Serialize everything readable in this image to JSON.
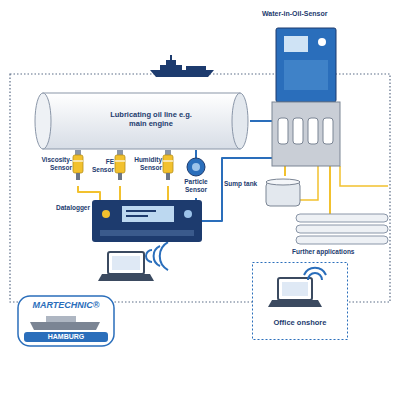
{
  "diagram": {
    "nodes": [
      {
        "text": [
          "Lubricating oil line e.g. main engine"
        ]
      },
      {
        "text": [
          "Viscosity-Sensor"
        ]
      },
      {
        "text": [
          "FE Sensor"
        ]
      },
      {
        "text": [
          "Humidity Sensor"
        ]
      },
      {
        "text": [
          "Particle Sensor"
        ]
      },
      {
        "text": [
          "Datalogger"
        ]
      },
      {
        "text": [
          "Water-in-Oil-Sensor"
        ]
      },
      {
        "text": [
          "Sump tank"
        ]
      },
      {
        "text": [
          "Further applications"
        ]
      },
      {
        "text": [
          "Office onshore"
        ]
      }
    ],
    "edges": [
      {
        "from": 1,
        "to": 5,
        "arrow": "none"
      },
      {
        "from": 2,
        "to": 5,
        "arrow": "none"
      },
      {
        "from": 3,
        "to": 5,
        "arrow": "none"
      },
      {
        "from": 4,
        "to": 5,
        "arrow": "none"
      },
      {
        "from": 5,
        "to": 6,
        "arrow": "none"
      },
      {
        "from": 6,
        "to": 7,
        "arrow": "none"
      },
      {
        "from": 6,
        "to": 8,
        "arrow": "none"
      },
      {
        "from": 0,
        "to": 6,
        "arrow": "none"
      },
      {
        "from": 0,
        "to": 4,
        "arrow": "none"
      }
    ],
    "labels": [
      "MARTECHNIC®",
      "HAMBURG"
    ]
  }
}
